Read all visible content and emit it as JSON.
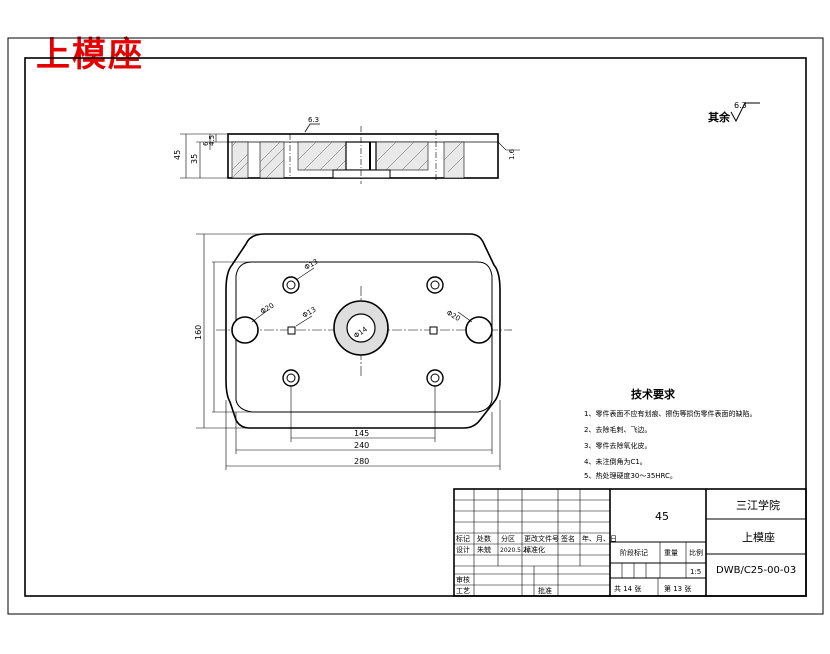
{
  "title": "上模座",
  "roughness_note": {
    "label": "其余",
    "value": "6.3"
  },
  "front_view": {
    "dims": {
      "overall_height": "45",
      "step_height": "35",
      "small_1": "6",
      "small_2": "4.5",
      "slot": "1.6"
    },
    "callout": "6.3"
  },
  "plan_view": {
    "dims": {
      "height": "160",
      "width_small": "145",
      "width_mid": "240",
      "width_overall": "280"
    },
    "hole_labels": {
      "h1": "Φ13",
      "h2": "Φ20",
      "h3": "Φ13",
      "h4": "Φ20",
      "h5": "Φ14"
    }
  },
  "tech_req": {
    "title": "技术要求",
    "items": [
      "1、零件表面不应有划痕、擦伤等损伤零件表面的缺陷。",
      "2、去除毛刺、飞边。",
      "3、零件去除氧化皮。",
      "4、未注倒角为C1。",
      "5、热处理硬度30～35HRC。"
    ]
  },
  "title_block": {
    "material": "45",
    "school": "三江学院",
    "part_name": "上模座",
    "drawing_no": "DWB/C25-00-03",
    "headers": [
      "标记",
      "处数",
      "分区",
      "更改文件号",
      "签名",
      "年、月、日"
    ],
    "row_design": [
      "设计",
      "朱兢",
      "2020.5.20",
      "标准化"
    ],
    "row_review": "审核",
    "row_process": "工艺",
    "approve": "批准",
    "stage_labels": [
      "阶段标记",
      "重量",
      "比例"
    ],
    "scale": "1:5",
    "sheet_total": "共 14 张",
    "sheet_no": "第 13 张"
  }
}
